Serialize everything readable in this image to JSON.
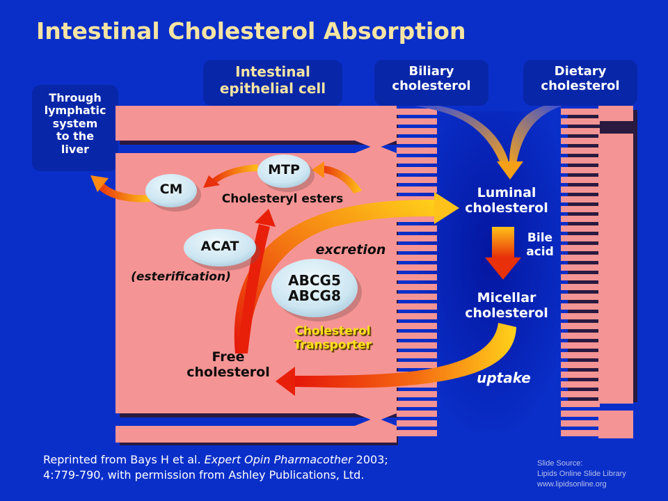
{
  "title": "Intestinal Cholesterol Absorption",
  "tabs": {
    "cell": "Intestinal\nepithelial cell",
    "biliary": "Biliary\ncholesterol",
    "dietary": "Dietary\ncholesterol",
    "lymphatic": "Through\nlymphatic\nsystem\nto the\nliver"
  },
  "nodes": {
    "mtp": "MTP",
    "cm": "CM",
    "acat": "ACAT",
    "abcg": "ABCG5\nABCG8"
  },
  "labels": {
    "cholesteryl_esters": "Cholesteryl esters",
    "esterification": "(esterification)",
    "excretion": "excretion",
    "cholesterol_transporter": "Cholesterol\nTransporter",
    "free_cholesterol": "Free\ncholesterol",
    "luminal_cholesterol": "Luminal\ncholesterol",
    "bile_acid": "Bile\nacid",
    "micellar_cholesterol": "Micellar\ncholesterol",
    "uptake": "uptake"
  },
  "credit": {
    "prefix": "Reprinted from Bays H et al. ",
    "journal": "Expert Opin Pharmacother",
    "year": " 2003;",
    "line2": "4:779-790, with permission from Ashley Publications, Ltd."
  },
  "source": {
    "line1": "Slide Source:",
    "line2": "Lipids Online Slide Library",
    "line3": "www.lipidsonline.org"
  },
  "colors": {
    "background": "#0a2fc9",
    "tab": "#0826a8",
    "cell": "#f59494",
    "arrow_red": "#e8200a",
    "arrow_yellow": "#ffd21a",
    "node": "#cde9f5",
    "title": "#f6e4a3"
  }
}
